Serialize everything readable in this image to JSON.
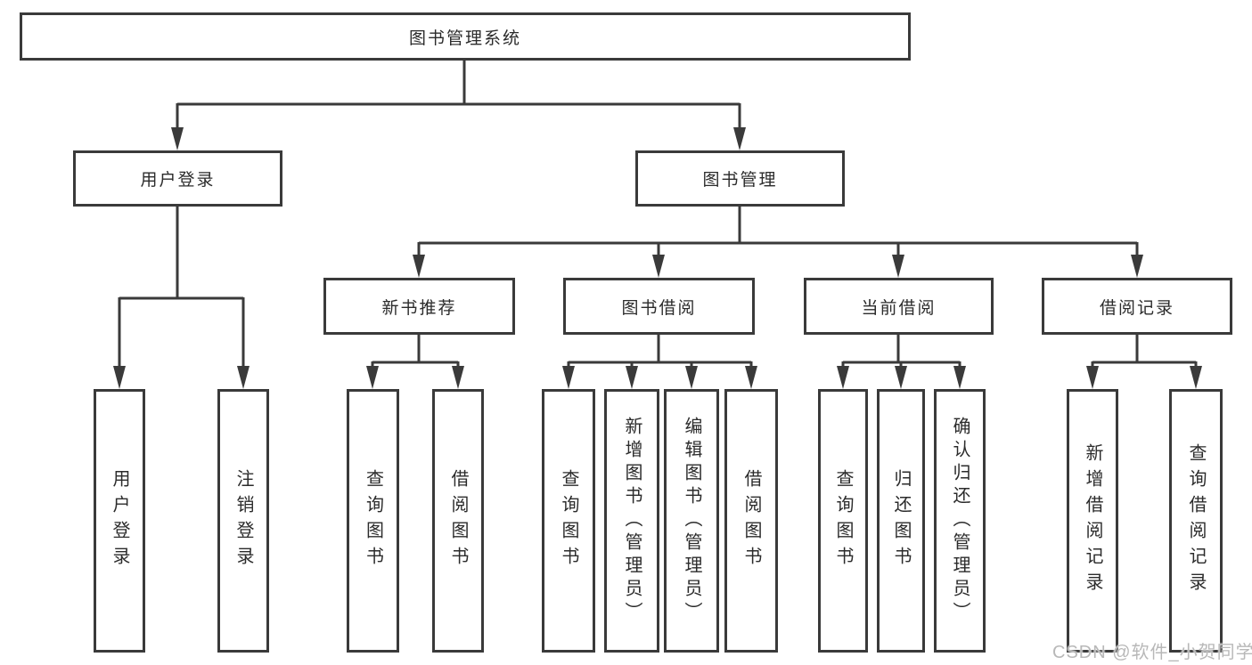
{
  "diagram": {
    "title": "图书管理系统",
    "root": {
      "label": "图书管理系统"
    },
    "branches": [
      {
        "label": "用户登录",
        "children": [
          {
            "label": "用户登录"
          },
          {
            "label": "注销登录"
          }
        ]
      },
      {
        "label": "图书管理",
        "children": [
          {
            "label": "新书推荐",
            "children": [
              {
                "label": "查询图书"
              },
              {
                "label": "借阅图书"
              }
            ]
          },
          {
            "label": "图书借阅",
            "children": [
              {
                "label": "查询图书"
              },
              {
                "label": "新增图书（管理员）"
              },
              {
                "label": "编辑图书（管理员）"
              },
              {
                "label": "借阅图书"
              }
            ]
          },
          {
            "label": "当前借阅",
            "children": [
              {
                "label": "查询图书"
              },
              {
                "label": "归还图书"
              },
              {
                "label": "确认归还（管理员）"
              }
            ]
          },
          {
            "label": "借阅记录",
            "children": [
              {
                "label": "新增借阅记录"
              },
              {
                "label": "查询借阅记录"
              }
            ]
          }
        ]
      }
    ]
  },
  "watermark": {
    "text": "CSDN @软件_小贺同学"
  },
  "colors": {
    "line": "#3a3a3a",
    "text": "#2b2b2b",
    "watermark": "#b8b8b8",
    "background": "#ffffff"
  }
}
